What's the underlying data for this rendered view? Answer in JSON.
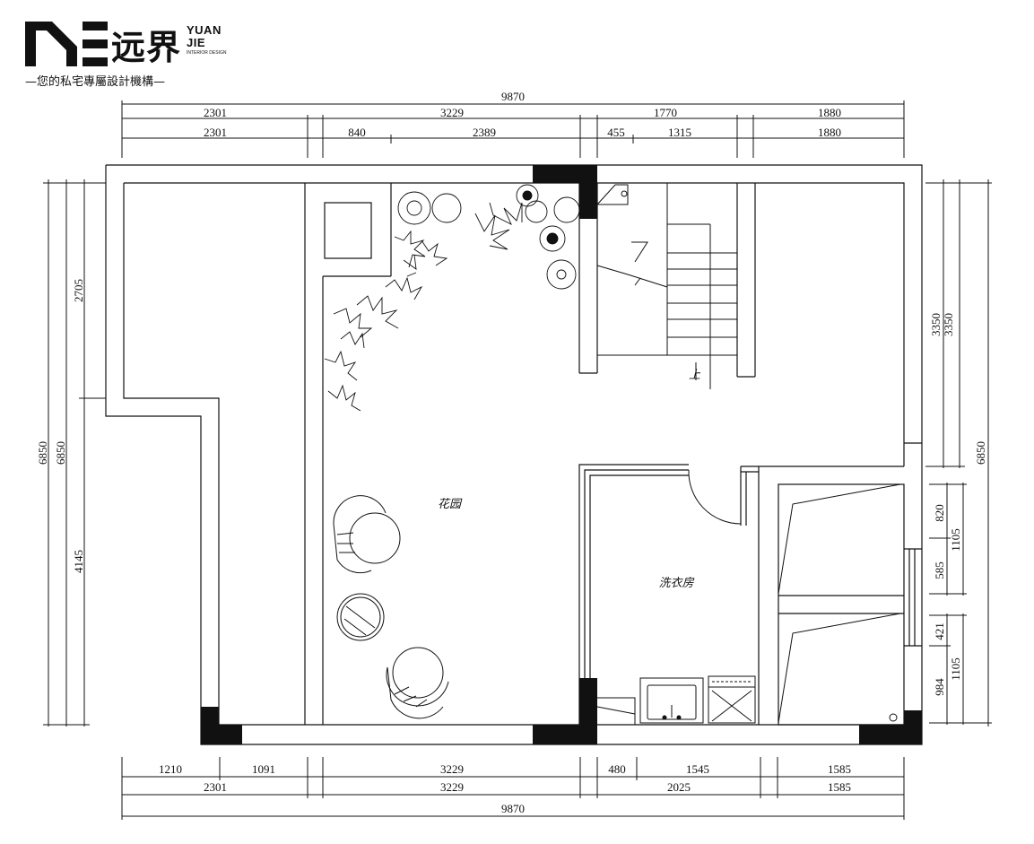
{
  "logo": {
    "name_cn": "远界",
    "name_en_line1": "YUAN",
    "name_en_line2": "JIE",
    "subtitle_en": "INTERIOR DESIGN",
    "slogan": "—您的私宅專屬設計機構—"
  },
  "rooms": {
    "garden": "花园",
    "laundry": "洗衣房",
    "stair_up": "上"
  },
  "dims_top": {
    "total": "9870",
    "row1": [
      "2301",
      "3229",
      "1770",
      "1880"
    ],
    "row2": [
      "2301",
      "840",
      "2389",
      "455",
      "1315",
      "1880"
    ]
  },
  "dims_bottom": {
    "row1": [
      "1210",
      "1091",
      "3229",
      "480",
      "1545",
      "1585"
    ],
    "row2": [
      "2301",
      "3229",
      "2025",
      "1585"
    ],
    "total": "9870"
  },
  "dims_left": {
    "total_outer": "6850",
    "total_inner": "6850",
    "upper": "2705",
    "lower": "4145"
  },
  "dims_right": {
    "upper_a": "3350",
    "upper_b": "3350",
    "total": "6850",
    "bed1_a": "820",
    "bed1_b": "585",
    "bed1_total": "1105",
    "bed2_a": "421",
    "bed2_b": "984",
    "bed2_total": "1105"
  }
}
